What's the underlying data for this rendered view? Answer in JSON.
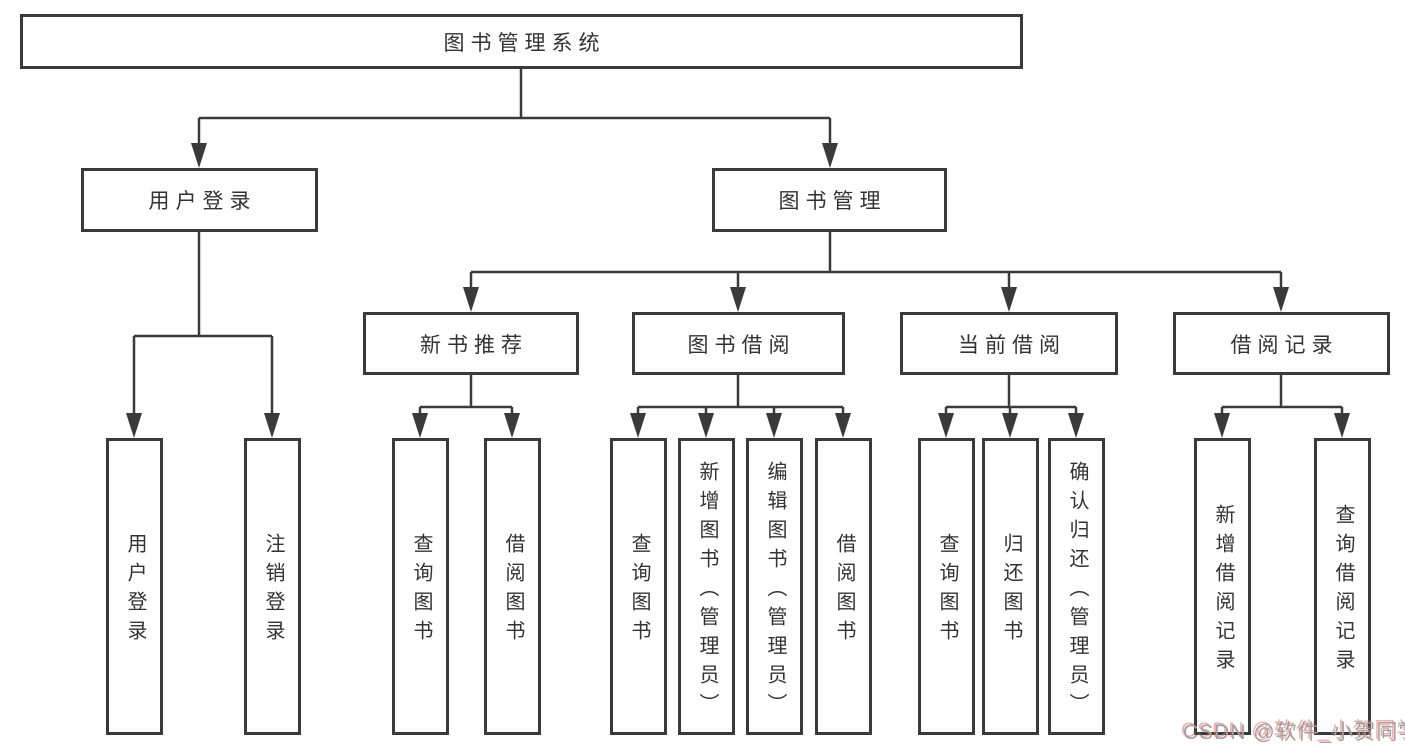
{
  "tree": {
    "label": "图书管理系统",
    "children": [
      {
        "label": "用户登录",
        "children": [
          {
            "label": "用户登录"
          },
          {
            "label": "注销登录"
          }
        ]
      },
      {
        "label": "图书管理",
        "children": [
          {
            "label": "新书推荐",
            "children": [
              {
                "label": "查询图书"
              },
              {
                "label": "借阅图书"
              }
            ]
          },
          {
            "label": "图书借阅",
            "children": [
              {
                "label": "查询图书"
              },
              {
                "label": "新增图书（管理员）"
              },
              {
                "label": "编辑图书（管理员）"
              },
              {
                "label": "借阅图书"
              }
            ]
          },
          {
            "label": "当前借阅",
            "children": [
              {
                "label": "查询图书"
              },
              {
                "label": "归还图书"
              },
              {
                "label": "确认归还（管理员）"
              }
            ]
          },
          {
            "label": "借阅记录",
            "children": [
              {
                "label": "新增借阅记录"
              },
              {
                "label": "查询借阅记录"
              }
            ]
          }
        ]
      }
    ]
  },
  "watermark": {
    "text": "CSDN @软件_小贺同学"
  },
  "colors": {
    "line": "#3a3a3a",
    "text": "#333333",
    "background": "#ffffff",
    "watermark_gray": "#a0a0a0",
    "watermark_red": "#e06e6e"
  }
}
